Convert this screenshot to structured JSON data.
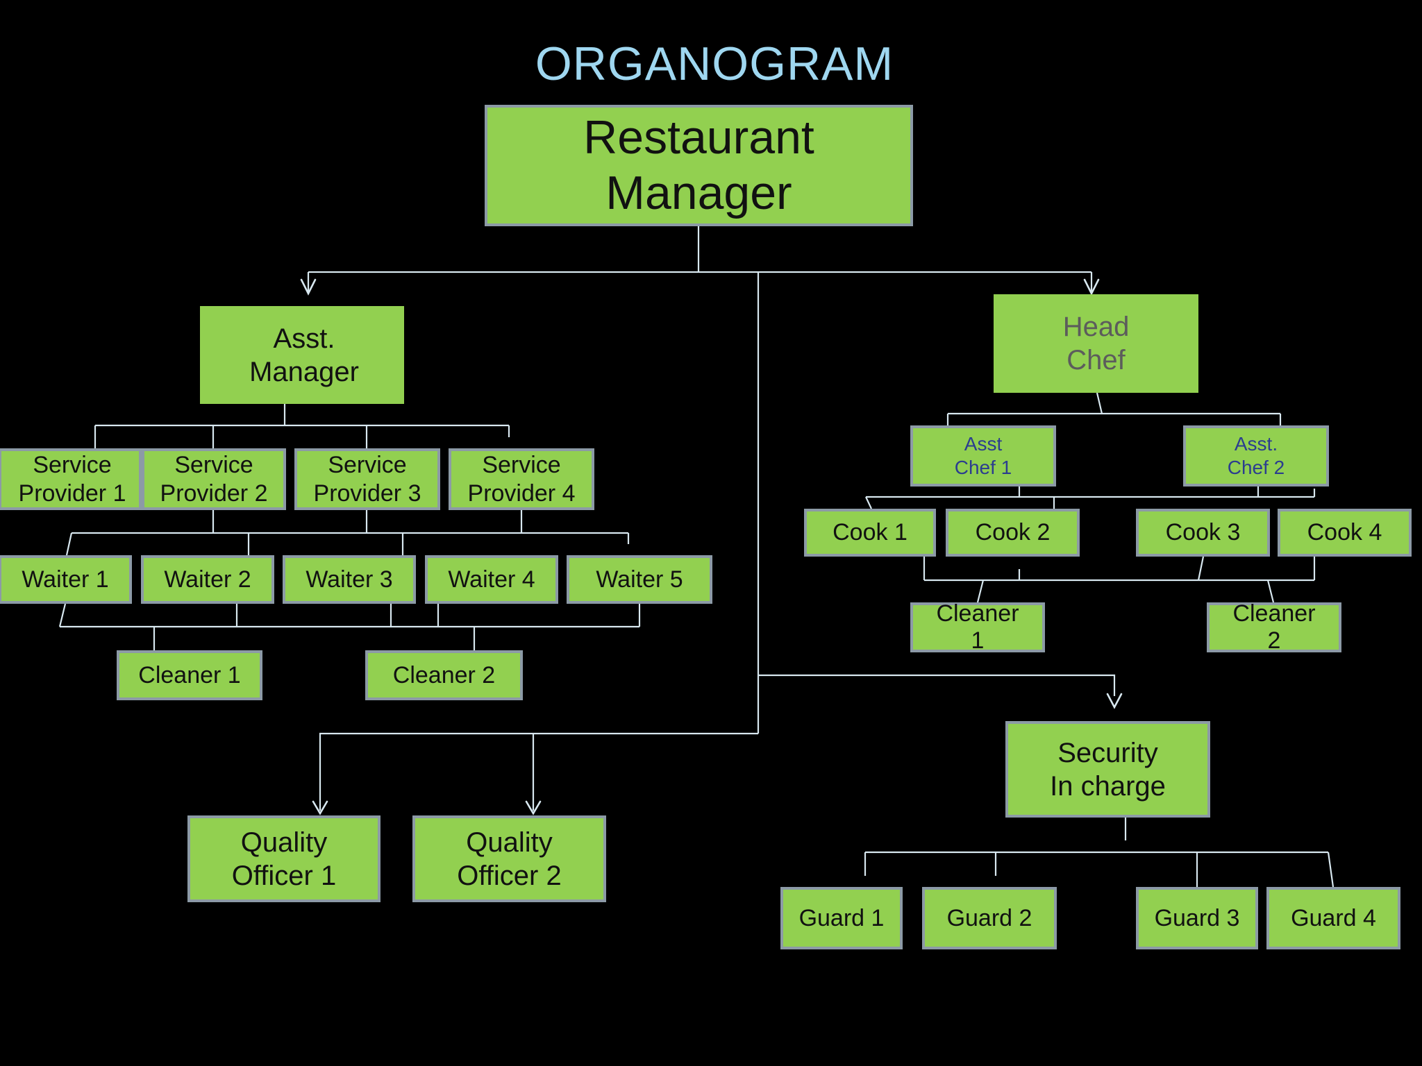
{
  "title": "ORGANOGRAM",
  "colors": {
    "background": "#000000",
    "box_fill": "#92d050",
    "box_border": "#8c9aa6",
    "connector": "#d8e8f0",
    "title": "#9fd7f0"
  },
  "nodes": {
    "restaurant_manager": "Restaurant\nManager",
    "asst_manager": "Asst.\nManager",
    "head_chef": "Head\nChef",
    "asst_chef_1": "Asst\nChef 1",
    "asst_chef_2": "Asst.\nChef  2",
    "service_provider_1": "Service\nProvider 1",
    "service_provider_2": "Service\nProvider 2",
    "service_provider_3": "Service\nProvider 3",
    "service_provider_4": "Service\nProvider 4",
    "waiter_1": "Waiter 1",
    "waiter_2": "Waiter 2",
    "waiter_3": "Waiter 3",
    "waiter_4": "Waiter 4",
    "waiter_5": "Waiter 5",
    "cleaner_1_service": "Cleaner 1",
    "cleaner_2_service": "Cleaner 2",
    "cook_1": "Cook 1",
    "cook_2": "Cook 2",
    "cook_3": "Cook 3",
    "cook_4": "Cook 4",
    "cleaner_1_kitchen": "Cleaner\n1",
    "cleaner_2_kitchen": "Cleaner\n2",
    "quality_officer_1": "Quality\nOfficer 1",
    "quality_officer_2": "Quality\nOfficer 2",
    "security_in_charge": "Security\nIn charge",
    "guard_1": "Guard 1",
    "guard_2": "Guard 2",
    "guard_3": "Guard 3",
    "guard_4": "Guard 4"
  }
}
